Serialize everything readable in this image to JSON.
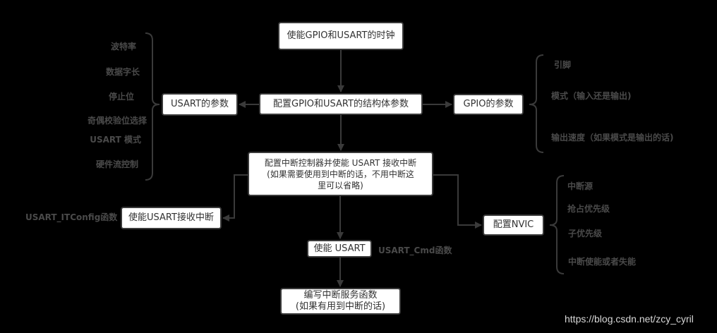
{
  "nodes": {
    "enable_clock": "使能GPIO和USART的时钟",
    "config_struct": "配置GPIO和USART的结构体参数",
    "usart_params": "USART的参数",
    "gpio_params": "GPIO的参数",
    "config_interrupt": "配置中断控制器并使能 USART 接收中断\n(如果需要使用到中断的话，不用中断这\n里可以省略)",
    "enable_usart_rx_int": "使能USART接收中断",
    "config_nvic": "配置NVIC",
    "enable_usart": "使能 USART",
    "write_isr": "编写中断服务函数\n(如果有用到中断的话)"
  },
  "usart_param_items": [
    "波特率",
    "数据字长",
    "停止位",
    "奇偶校验位选择",
    "USART 模式",
    "硬件流控制"
  ],
  "gpio_param_items": [
    "引脚",
    "模式（输入还是输出)",
    "输出速度（如果模式是输出的话)"
  ],
  "nvic_items": [
    "中断源",
    "抢占优先级",
    "子优先级",
    "中断使能或者失能"
  ],
  "annotations": {
    "itconfig": "USART_ITConfig函数",
    "cmd": "USART_Cmd函数"
  },
  "watermark": "https://blog.csdn.net/zcy_cyril",
  "colors": {
    "background": "#000000",
    "line": "#3a3a3a",
    "box": "#ffffff",
    "label": "#4a4a4a"
  }
}
